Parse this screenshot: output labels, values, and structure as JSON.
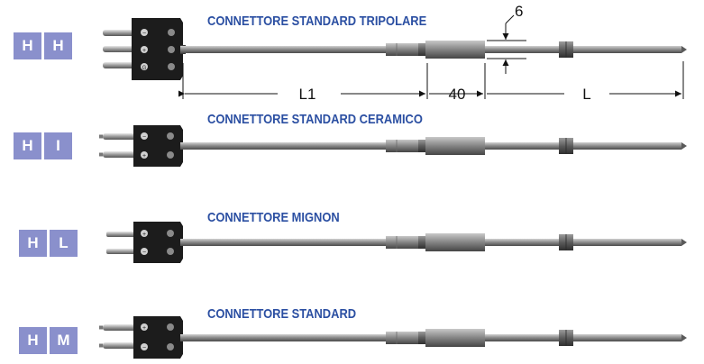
{
  "rows": [
    {
      "code": [
        "H",
        "H"
      ],
      "title": "CONNETTORE STANDARD TRIPOLARE"
    },
    {
      "code": [
        "H",
        "I"
      ],
      "title": "CONNETTORE STANDARD CERAMICO"
    },
    {
      "code": [
        "H",
        "L"
      ],
      "title": "CONNETTORE MIGNON"
    },
    {
      "code": [
        "H",
        "M"
      ],
      "title": "CONNETTORE STANDARD"
    }
  ],
  "dimensions": {
    "L1": "L1",
    "d40": "40",
    "L": "L",
    "d6": "6"
  },
  "colors": {
    "badge": "#8a90cc",
    "title": "#2b4fa2",
    "connector": "#1c1c1c"
  }
}
